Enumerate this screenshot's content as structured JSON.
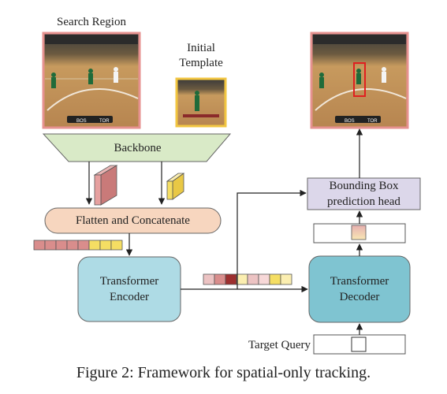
{
  "frames": {
    "search_region_label": "Search Region",
    "initial_template_label": "Initial\nTemplate"
  },
  "blocks": {
    "backbone": "Backbone",
    "flatten_concatenate": "Flatten and Concatenate",
    "transformer_encoder": "Transformer\nEncoder",
    "transformer_decoder": "Transformer\nDecoder",
    "bbox_head": "Bounding Box\nprediction head",
    "target_query": "Target Query"
  },
  "scoreboard": {
    "team_left": "BOS",
    "team_right": "TOR"
  },
  "caption": "Figure 2: Framework for spatial-only tracking.",
  "colors": {
    "search_frame_border": "#e6918f",
    "template_frame_border": "#f2c641",
    "backbone_fill": "#d9eac7",
    "flatten_fill": "#f7d6bf",
    "transformer_fill": "#aedbe5",
    "decoder_fill": "#7fc4d1",
    "bbox_head_fill": "#dcd7ea",
    "search_token_red": "#d98d8c",
    "template_token_yellow": "#f5de63",
    "track_box_red": "#e02020"
  }
}
